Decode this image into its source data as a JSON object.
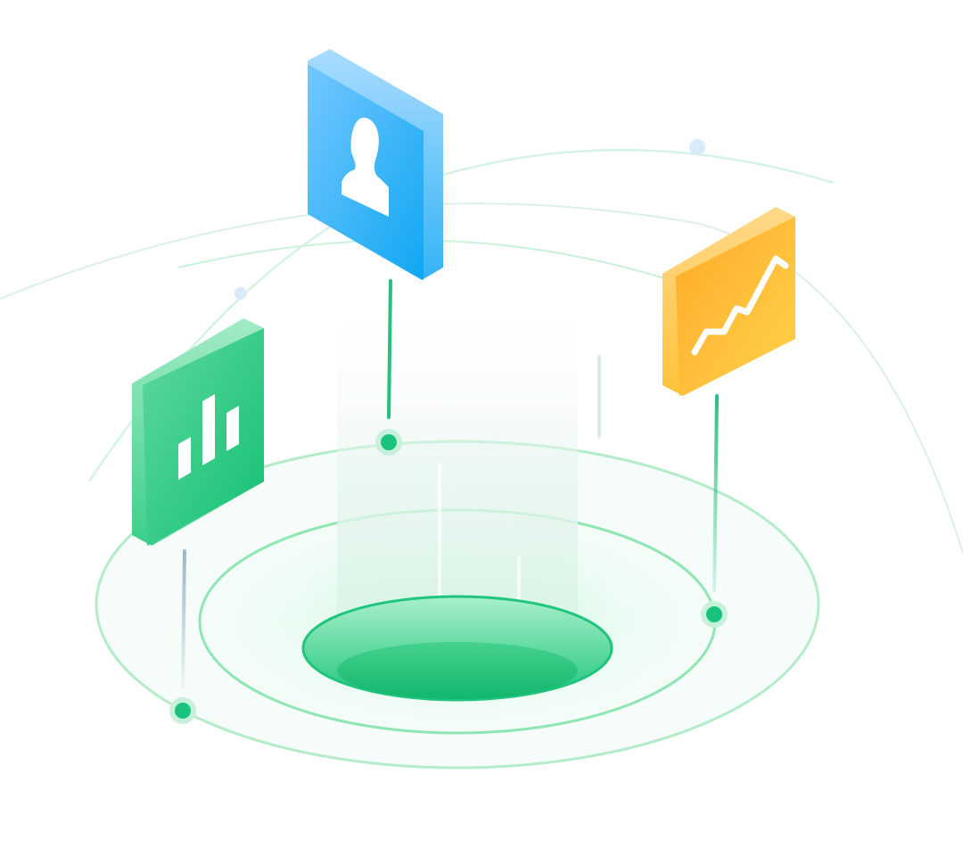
{
  "illustration": {
    "cards": [
      {
        "id": "chart",
        "icon": "bar-chart-icon",
        "color": "#2ecb7f"
      },
      {
        "id": "user",
        "icon": "user-profile-icon",
        "color": "#2aa8f5"
      },
      {
        "id": "trend",
        "icon": "trend-line-icon",
        "color": "#ffbe2e"
      }
    ],
    "colors": {
      "accent_green": "#19c37d",
      "ring_green": "#8ee6b3",
      "orbit_blue": "#dbeaf8",
      "blue_card": "#2aa8f5",
      "yellow_card": "#ffbe2e",
      "green_card": "#2ecb7f"
    }
  }
}
